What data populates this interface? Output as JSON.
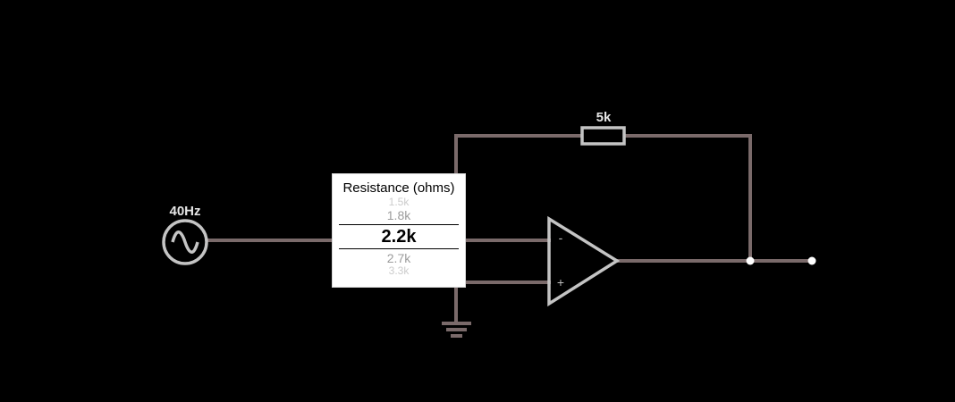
{
  "circuit": {
    "source_label": "40Hz",
    "feedback_resistor_label": "5k",
    "opamp": {
      "inverting_sign": "-",
      "noninverting_sign": "+"
    }
  },
  "resistance_picker": {
    "title": "Resistance (ohms)",
    "options": [
      "1.5k",
      "1.8k",
      "2.2k",
      "2.7k",
      "3.3k"
    ],
    "selected": "2.2k"
  },
  "colors": {
    "background": "#000000",
    "wire": "#7a6a6a",
    "component": "#c4c4c4",
    "node": "#ffffff"
  }
}
